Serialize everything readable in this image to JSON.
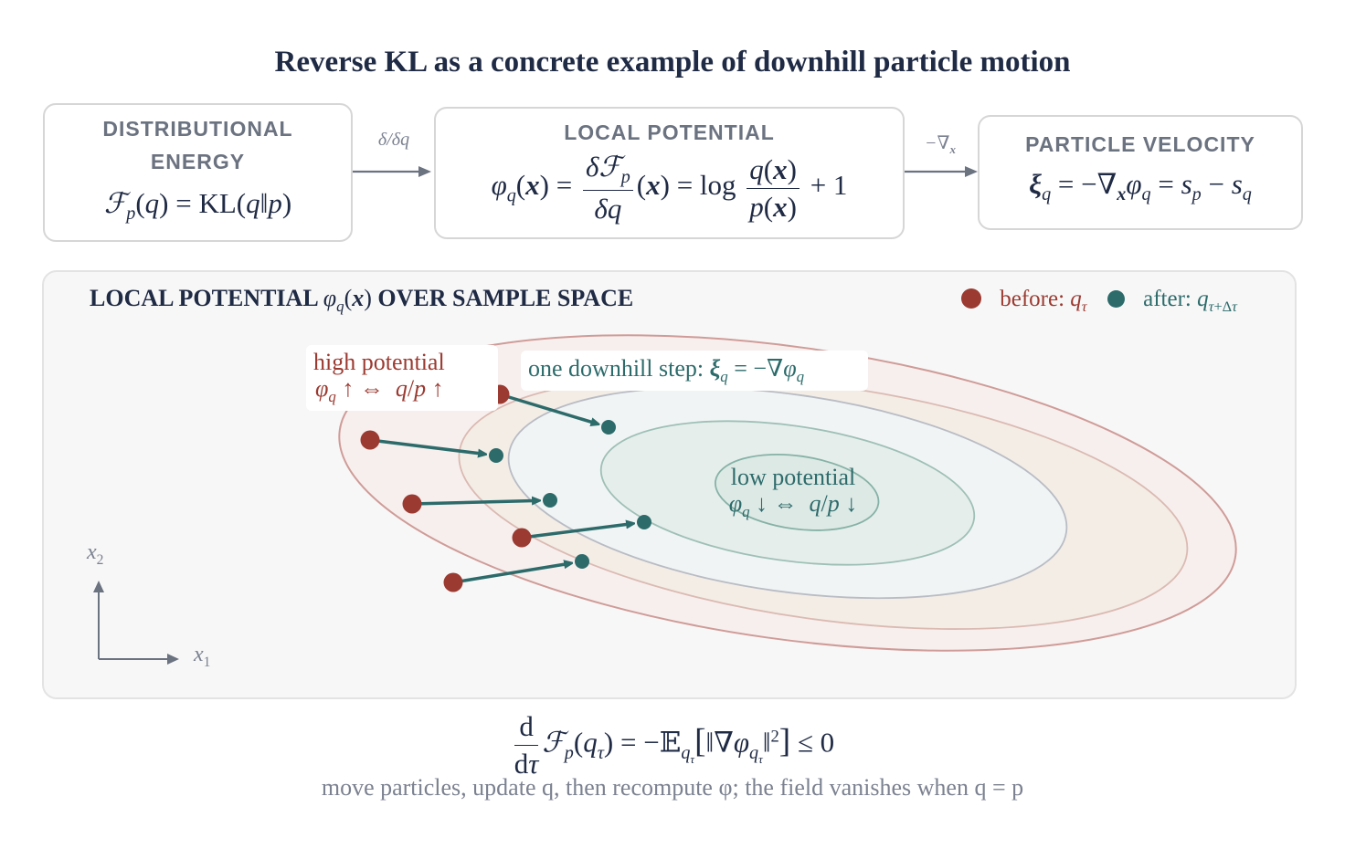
{
  "title": "Reverse KL as a concrete example of downhill particle motion",
  "boxes": {
    "energy_line1": "DISTRIBUTIONAL",
    "energy_line2": "ENERGY",
    "potential": "LOCAL  POTENTIAL",
    "velocity": "PARTICLE  VELOCITY"
  },
  "arrow_labels": {
    "first": "δ/δq",
    "second": "−∇"
  },
  "panel": {
    "title": "LOCAL POTENTIAL",
    "title_suffix": "OVER SAMPLE SPACE",
    "legend_before": "before:",
    "legend_after": "after:",
    "high_line1": "high potential",
    "step_label": "one downhill step:",
    "low_line1": "low potential",
    "axis_x": "x",
    "axis_y": "x"
  },
  "caption": "move particles, update q, then recompute φ; the field vanishes when q = p",
  "colors": {
    "before": "#9b3a31",
    "after": "#2d6b6b",
    "text_dark": "#1f2a44",
    "text_muted": "#7b8190"
  },
  "particles": [
    {
      "before": [
        547,
        432
      ],
      "after": [
        666,
        468
      ]
    },
    {
      "before": [
        405,
        482
      ],
      "after": [
        543,
        499
      ]
    },
    {
      "before": [
        451,
        552
      ],
      "after": [
        602,
        548
      ]
    },
    {
      "before": [
        571,
        589
      ],
      "after": [
        705,
        572
      ]
    },
    {
      "before": [
        496,
        638
      ],
      "after": [
        637,
        615
      ]
    }
  ]
}
